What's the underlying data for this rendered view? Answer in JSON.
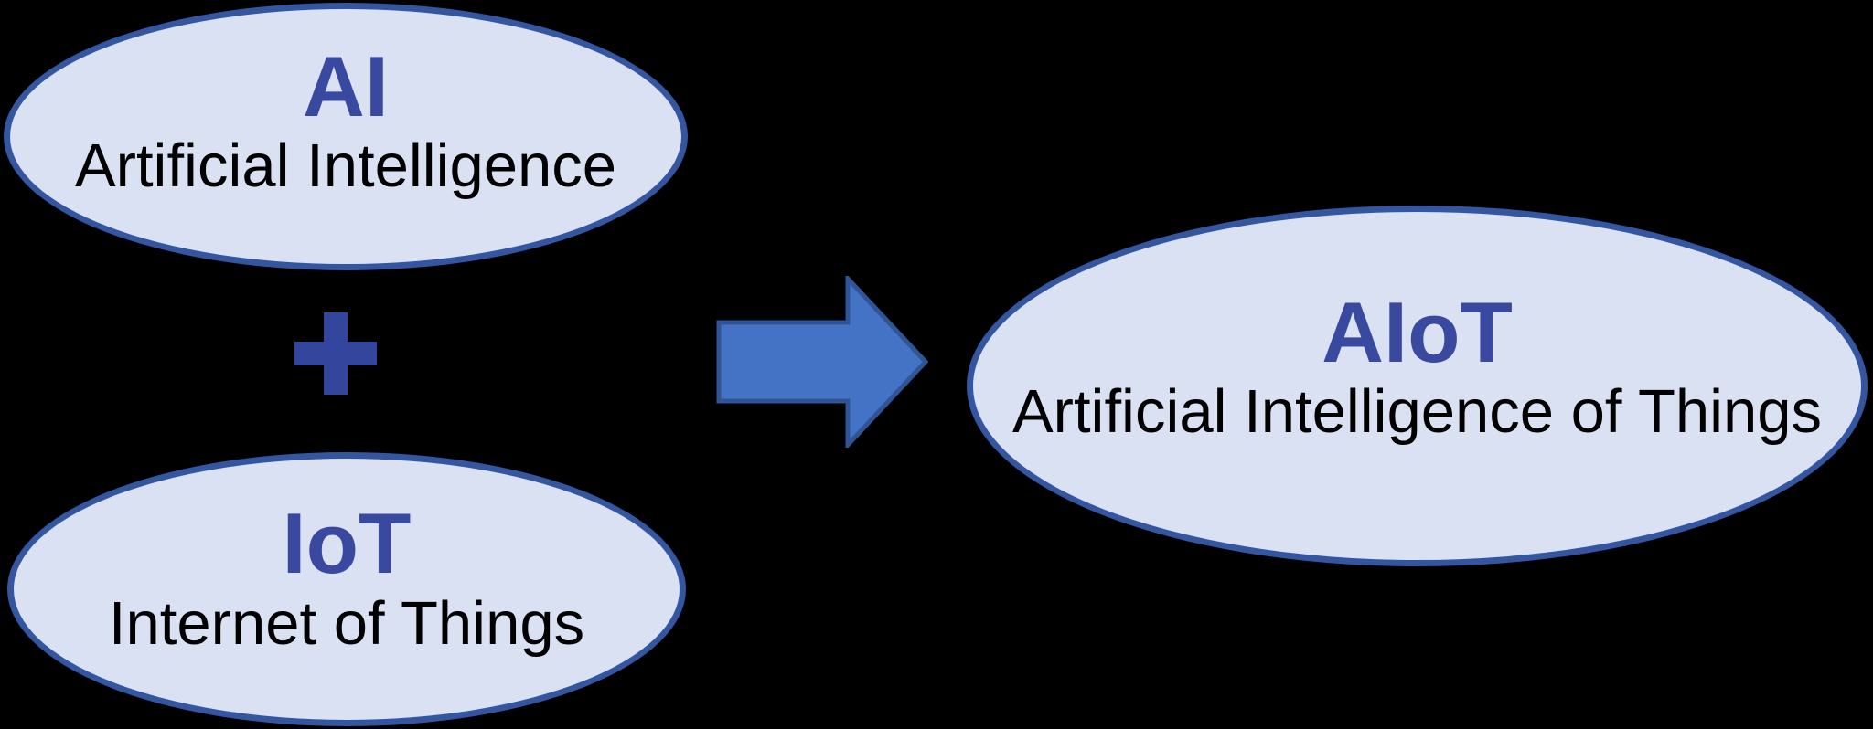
{
  "background_color": "#000000",
  "colors": {
    "node_fill": "#D9E1F3",
    "node_border": "#3456A0",
    "heading_text": "#3A49A0",
    "subtitle_text": "#000000",
    "plus": "#34459E",
    "arrow_fill": "#4473C5",
    "arrow_border": "#2F5597"
  },
  "nodes": {
    "ai": {
      "abbr": "AI",
      "label": "Artificial Intelligence"
    },
    "iot": {
      "abbr": "IoT",
      "label": "Internet of Things"
    },
    "aiot": {
      "abbr": "AIoT",
      "label": "Artificial Intelligence of Things"
    }
  },
  "operators": {
    "plus_symbol": "+",
    "arrow_direction": "right"
  },
  "icons": {
    "plus": "plus-icon",
    "arrow": "right-arrow-icon"
  }
}
